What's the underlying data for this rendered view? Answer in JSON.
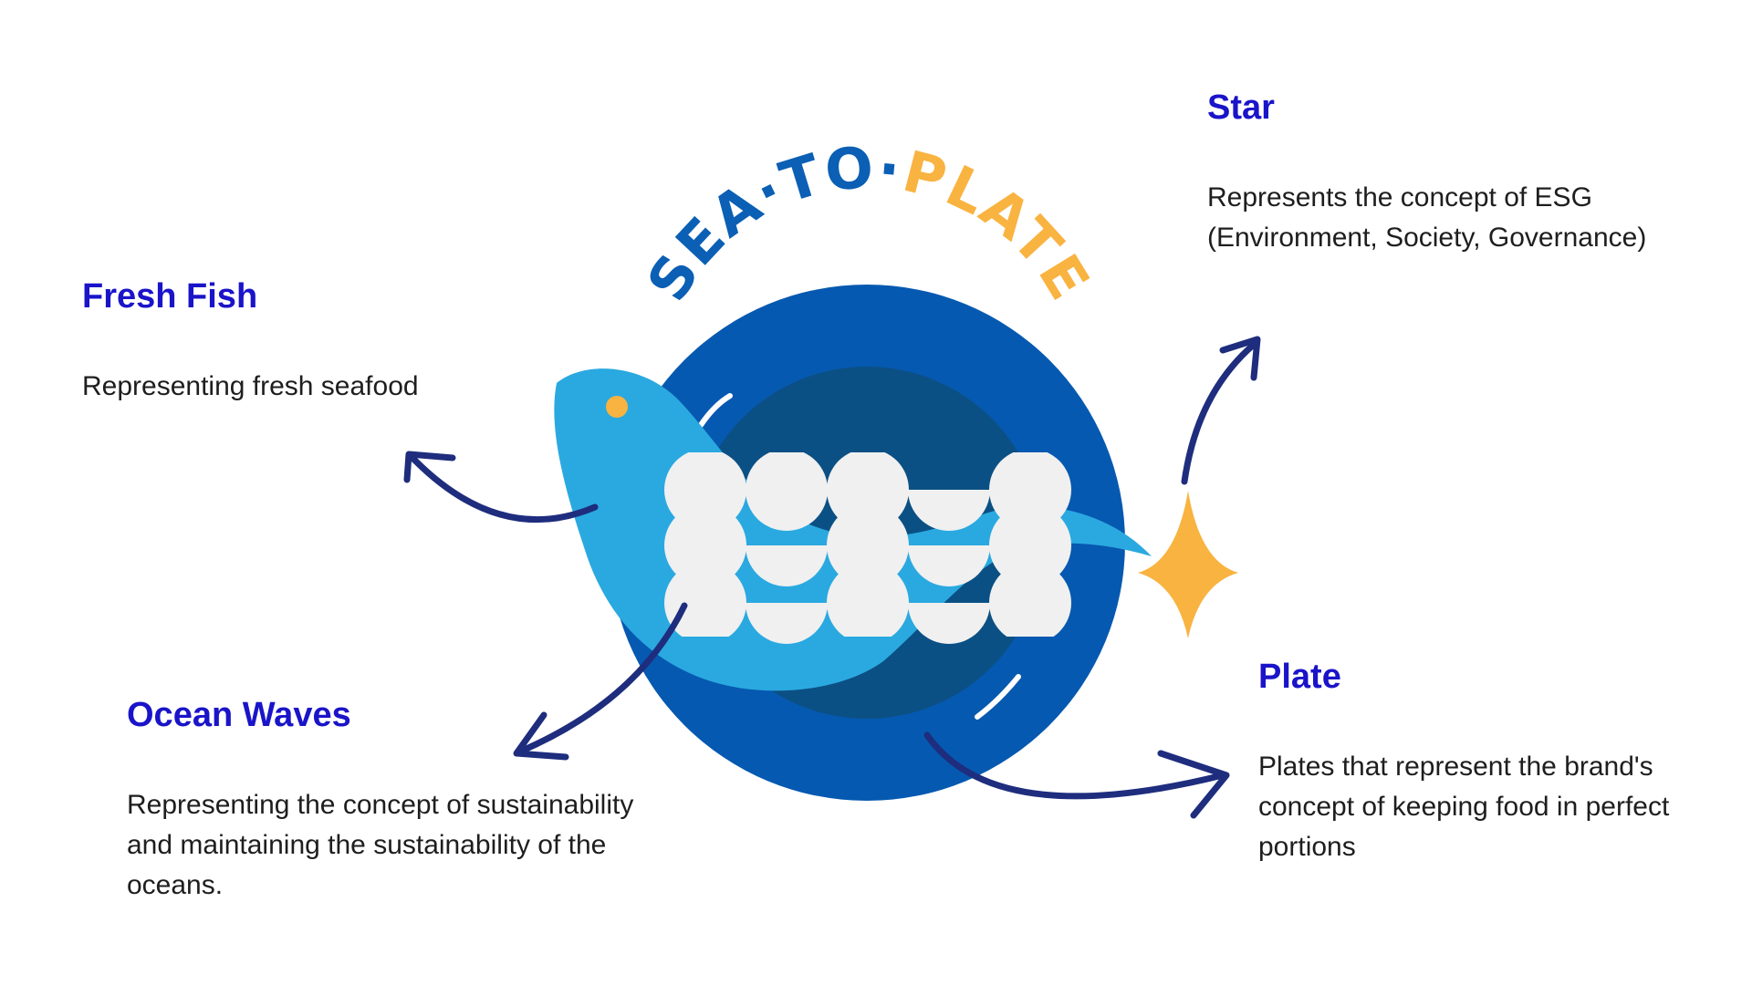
{
  "brand": {
    "part1": "SEA·TO·",
    "part2": "PLATE"
  },
  "labels": {
    "fresh_fish": {
      "title": "Fresh Fish",
      "description": "Representing fresh seafood"
    },
    "star": {
      "title": "Star",
      "description": "Represents the concept of ESG (Environment, Society, Governance)"
    },
    "ocean_waves": {
      "title": "Ocean Waves",
      "description": "Representing the concept of sustainability and maintaining the sustainability of the oceans."
    },
    "plate": {
      "title": "Plate",
      "description": "Plates that represent the brand's concept of keeping food in perfect portions"
    }
  },
  "colors": {
    "heading": "#1a14c9",
    "body_text": "#1e1e1e",
    "plate_outer": "#0659b0",
    "plate_inner": "#0b5084",
    "fish": "#2aa9e0",
    "waves": "#f0f0f0",
    "star": "#f9b340",
    "brand_blue": "#0b5fb4",
    "brand_orange": "#f9b340",
    "arrow": "#1e2d7d"
  }
}
